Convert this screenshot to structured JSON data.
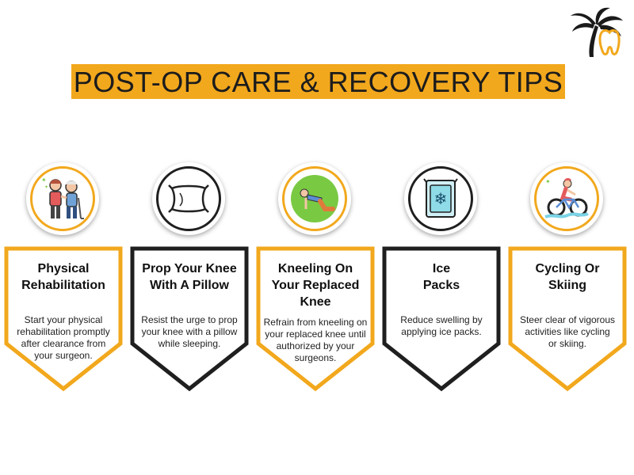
{
  "header": {
    "title": "POST-OP CARE & RECOVERY TIPS"
  },
  "logo": {
    "icon": "palm-tooth-logo-icon"
  },
  "colors": {
    "yellow": "#F2A81D",
    "dark": "#1f1f1f",
    "green": "#7AC943"
  },
  "cards": [
    {
      "title_lines": [
        "Physical",
        "Rehabilitation"
      ],
      "desc_lines": [
        "Start your physical",
        "rehabilitation promptly",
        "after clearance from",
        "your surgeon."
      ],
      "icon": "rehabilitation-icon",
      "style": "yellow"
    },
    {
      "title_lines": [
        "Prop Your Knee",
        "With A Pillow"
      ],
      "desc_lines": [
        "Resist the urge to prop",
        "your knee with a pillow",
        "while sleeping."
      ],
      "icon": "pillow-icon",
      "style": "dark"
    },
    {
      "title_lines": [
        "Kneeling On",
        "Your Replaced",
        "Knee"
      ],
      "desc_lines": [
        "Refrain from kneeling on",
        "your replaced knee until",
        "authorized by your",
        "surgeons."
      ],
      "icon": "kneeling-icon",
      "style": "yellow"
    },
    {
      "title_lines": [
        "Ice",
        "Packs"
      ],
      "desc_lines": [
        "Reduce swelling by",
        "applying ice packs."
      ],
      "icon": "ice-pack-icon",
      "style": "dark"
    },
    {
      "title_lines": [
        "Cycling Or",
        "Skiing"
      ],
      "desc_lines": [
        "Steer clear of vigorous",
        "activities like cycling",
        "or skiing."
      ],
      "icon": "cycling-icon",
      "style": "yellow"
    }
  ]
}
